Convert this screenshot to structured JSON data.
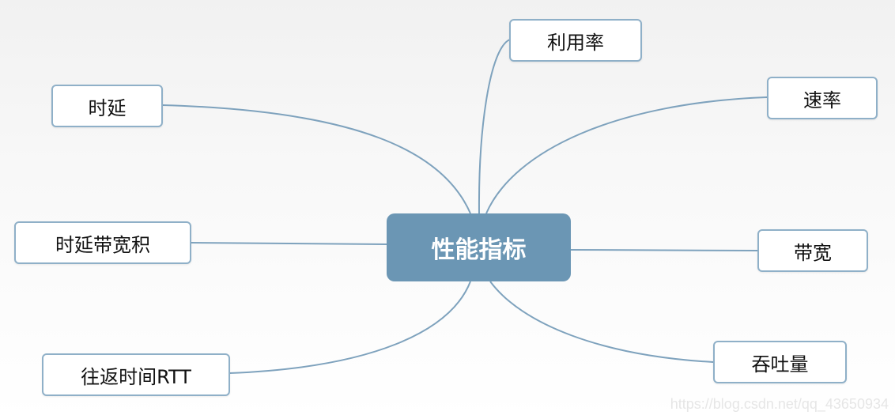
{
  "diagram": {
    "type": "mind-map",
    "center": {
      "label": "性能指标",
      "color": "#6b96b4"
    },
    "branches": [
      {
        "id": "latency",
        "label": "时延"
      },
      {
        "id": "utilization",
        "label": "利用率"
      },
      {
        "id": "rate",
        "label": "速率"
      },
      {
        "id": "bdp",
        "label": "时延带宽积"
      },
      {
        "id": "bandwidth",
        "label": "带宽"
      },
      {
        "id": "rtt",
        "label": "往返时间RTT"
      },
      {
        "id": "throughput",
        "label": "吞吐量"
      }
    ],
    "border_color": "#8fb0c8",
    "link_color": "#7ea2bd"
  },
  "watermark": "https://blog.csdn.net/qq_43650934"
}
